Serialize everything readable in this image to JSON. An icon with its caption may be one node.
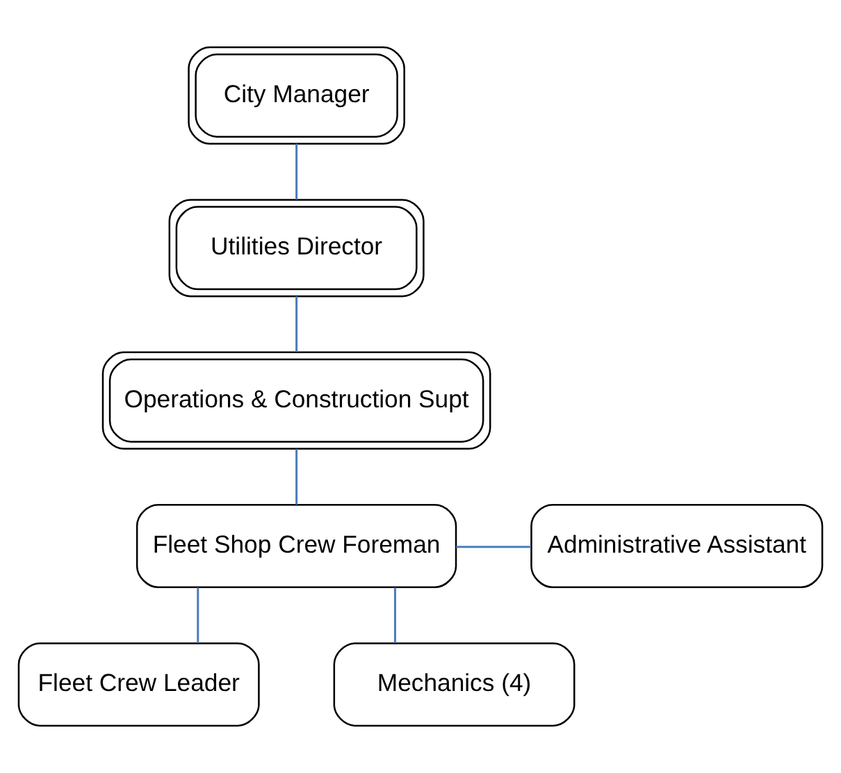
{
  "diagram": {
    "nodes": [
      {
        "text": [
          "City Manager"
        ]
      },
      {
        "text": [
          "Utilities Director"
        ]
      },
      {
        "text": [
          "Operations & Construction Supt"
        ]
      },
      {
        "text": [
          "Fleet Shop Crew Foreman"
        ]
      },
      {
        "text": [
          "Administrative Assistant"
        ]
      },
      {
        "text": [
          "Fleet Crew Leader"
        ]
      },
      {
        "text": [
          "Mechanics (4)"
        ]
      }
    ],
    "edges": [
      {
        "from": 0,
        "to": 1,
        "arrow": "none"
      },
      {
        "from": 1,
        "to": 2,
        "arrow": "none"
      },
      {
        "from": 2,
        "to": 3,
        "arrow": "none"
      },
      {
        "from": 3,
        "to": 4,
        "arrow": "none"
      },
      {
        "from": 3,
        "to": 5,
        "arrow": "none"
      },
      {
        "from": 3,
        "to": 6,
        "arrow": "none"
      }
    ]
  }
}
